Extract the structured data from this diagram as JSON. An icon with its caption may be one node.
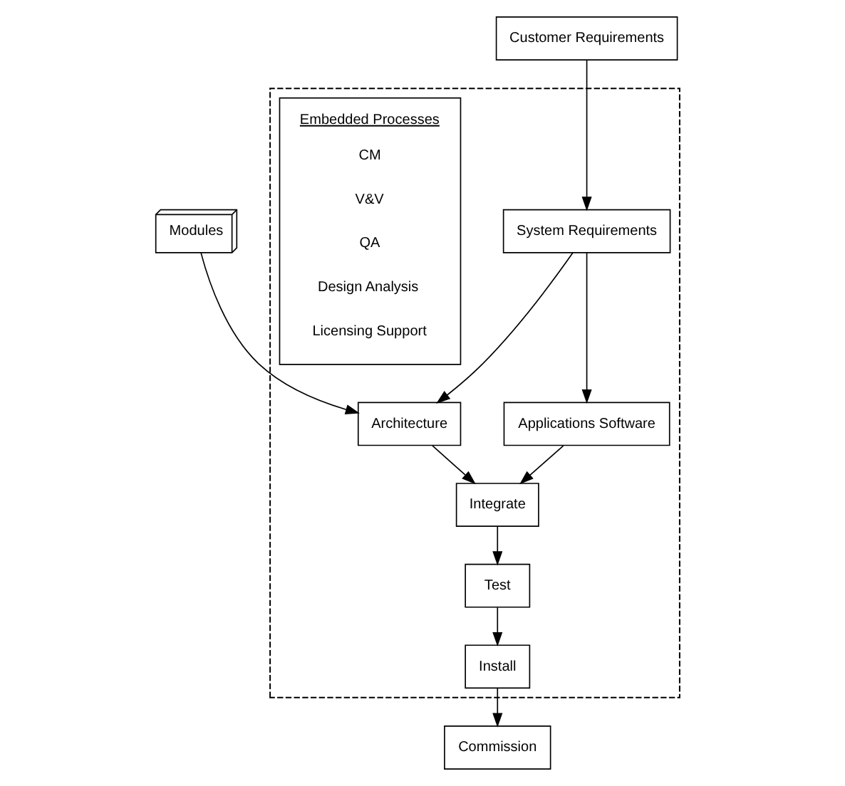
{
  "diagram": {
    "nodes": [
      {
        "text": [
          "Modules"
        ]
      },
      {
        "text": [
          "Customer Requirements"
        ]
      },
      {
        "text": [],
        "shape": "box"
      },
      {
        "text": [
          "System Requirements"
        ],
        "in": 2
      },
      {
        "text": [
          "Architecture"
        ],
        "in": 2
      },
      {
        "text": [
          "Applications Software"
        ],
        "in": 2
      },
      {
        "text": [
          "Integrate"
        ],
        "in": 2
      },
      {
        "text": [
          "Test"
        ],
        "in": 2
      },
      {
        "text": [
          "Install"
        ],
        "in": 2
      },
      {
        "text": [
          "Embedded Processes",
          "CM",
          "V&V",
          "QA",
          "Design Analysis",
          "Licensing Support"
        ],
        "in": 2
      },
      {
        "text": [
          "Commission"
        ]
      }
    ],
    "edges": [
      {
        "from": 0,
        "to": 4,
        "arrow": "to"
      },
      {
        "from": 1,
        "to": 3,
        "arrow": "to"
      },
      {
        "from": 3,
        "to": 4,
        "arrow": "to"
      },
      {
        "from": 3,
        "to": 5,
        "arrow": "to"
      },
      {
        "from": 4,
        "to": 6,
        "arrow": "to"
      },
      {
        "from": 5,
        "to": 6,
        "arrow": "to"
      },
      {
        "from": 6,
        "to": 7,
        "arrow": "to"
      },
      {
        "from": 7,
        "to": 8,
        "arrow": "to"
      },
      {
        "from": 8,
        "to": 10,
        "arrow": "to"
      }
    ]
  }
}
